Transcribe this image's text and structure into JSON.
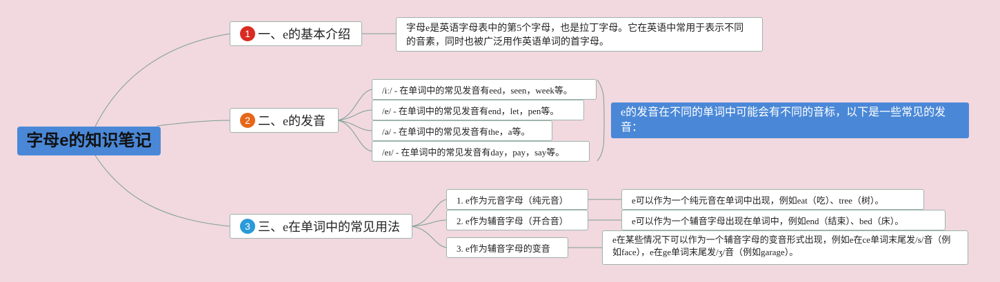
{
  "root": "字母e的知识笔记",
  "branches": [
    {
      "badge": "1",
      "badge_color": "#d92b22",
      "title": "一、e的基本介绍",
      "description": "字母e是英语字母表中的第5个字母，也是拉丁字母。它在英语中常用于表示不同的音素，同时也被广泛用作英语单词的首字母。"
    },
    {
      "badge": "2",
      "badge_color": "#e6671a",
      "title": "二、e的发音",
      "items": [
        "/iː/ - 在单词中的常见发音有eed，seen，week等。",
        "/e/ - 在单词中的常见发音有end，let，pen等。",
        "/ə/ - 在单词中的常见发音有the，a等。",
        "/eɪ/ - 在单词中的常见发音有day，pay，say等。"
      ],
      "summary": "e的发音在不同的单词中可能会有不同的音标，以下是一些常见的发音："
    },
    {
      "badge": "3",
      "badge_color": "#2a9ad8",
      "title": "三、e在单词中的常见用法",
      "items": [
        {
          "label": "1. e作为元音字母（纯元音）",
          "detail": "e可以作为一个纯元音在单词中出现，例如eat（吃）、tree（树）。"
        },
        {
          "label": "2. e作为辅音字母（开合音）",
          "detail": "e可以作为一个辅音字母出现在单词中，例如end（结束）、bed（床）。"
        },
        {
          "label": "3. e作为辅音字母的变音",
          "detail": "e在某些情况下可以作为一个辅音字母的变音形式出现，例如e在ce单词末尾发/s/音（例如face），e在ge单词末尾发/ʒ/音（例如garage）。"
        }
      ]
    }
  ],
  "colors": {
    "background": "#f2d8df",
    "accent": "#4a88d7",
    "line": "#7a9e95"
  }
}
